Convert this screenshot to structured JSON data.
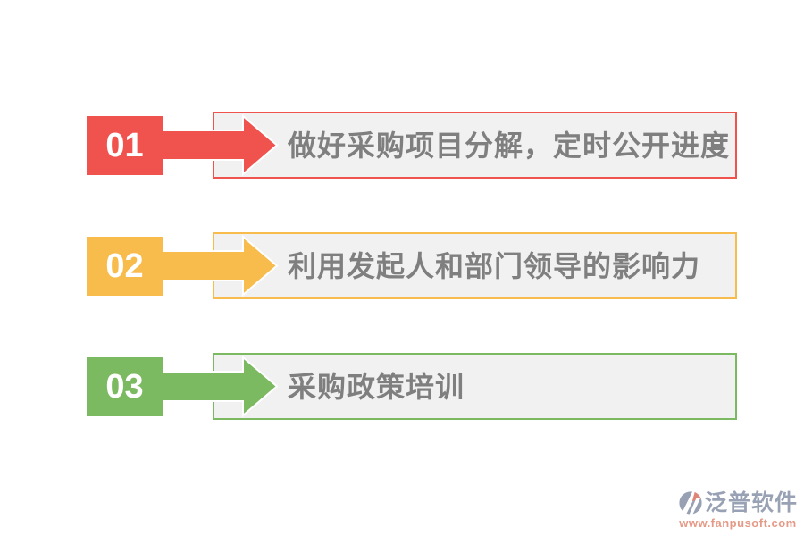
{
  "slide": {
    "background": "#ffffff",
    "box_fill": "#f1f1f2",
    "label_color": "#7f7f7f"
  },
  "steps": [
    {
      "number": "01",
      "label": "做好采购项目分解，定时公开进度",
      "color": "#f0534e"
    },
    {
      "number": "02",
      "label": "利用发起人和部门领导的影响力",
      "color": "#f8bc4d"
    },
    {
      "number": "03",
      "label": "采购政策培训",
      "color": "#7cba62"
    }
  ],
  "brand": {
    "name": "泛普软件",
    "url": "www.fanpusoft.com",
    "name_color": "#99a2b5",
    "url_color": "#e59a87",
    "icon": "fanpu-circle-logo",
    "icon_color": "#98a1b4",
    "icon_accent_color": "#df8577"
  }
}
